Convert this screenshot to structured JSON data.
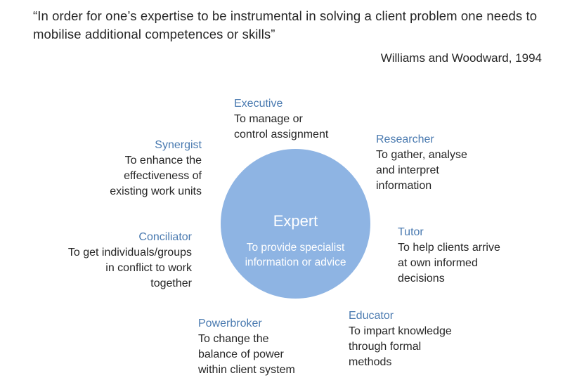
{
  "quote": {
    "text": "“In order for one’s expertise to be instrumental  in solving a client problem one needs to mobilise additional competences  or skills”",
    "source": "Williams and Woodward, 1994"
  },
  "center": {
    "title": "Expert",
    "description": "To provide specialist information or advice"
  },
  "roles": {
    "executive": {
      "title": "Executive",
      "description": "To manage or\ncontrol assignment"
    },
    "researcher": {
      "title": "Researcher",
      "description": "To gather, analyse\nand interpret\ninformation"
    },
    "synergist": {
      "title": "Synergist",
      "description": "To enhance the\neffectiveness of\nexisting work units"
    },
    "tutor": {
      "title": "Tutor",
      "description": "To help clients arrive\nat own informed\ndecisions"
    },
    "conciliator": {
      "title": "Conciliator",
      "description": "To get individuals/groups\nin conflict to work\ntogether"
    },
    "educator": {
      "title": "Educator",
      "description": "To impart knowledge\nthrough formal\nmethods"
    },
    "powerbroker": {
      "title": "Powerbroker",
      "description": "To change the\nbalance of power\nwithin client system"
    }
  },
  "colors": {
    "circle": "#8eb4e3",
    "role_title": "#4a7ab0",
    "text": "#262626"
  }
}
